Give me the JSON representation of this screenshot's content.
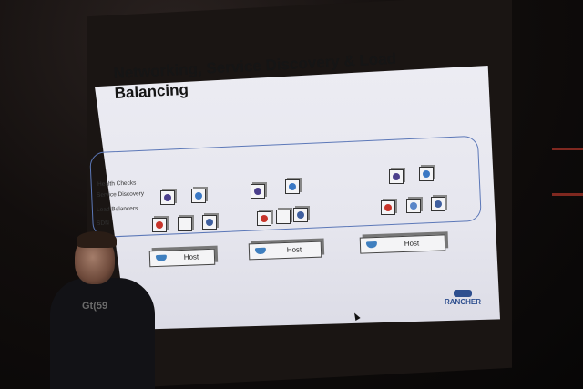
{
  "slide": {
    "title_line1": "Networking, Service Discovery & Load",
    "title_line2": "Balancing",
    "layers": [
      "Health Checks",
      "Service Discovery",
      "Load Balancers",
      "SDN"
    ],
    "hosts": [
      "Host",
      "Host",
      "Host"
    ],
    "logo_text": "RANCHER"
  },
  "speaker": {
    "shirt_text": "Gt(59"
  },
  "colors": {
    "slide_bg": "#e8e8ef",
    "title": "#151515",
    "cluster_border": "#5c78b8",
    "logo": "#2e4f8f",
    "room": "#0d0b0b"
  }
}
